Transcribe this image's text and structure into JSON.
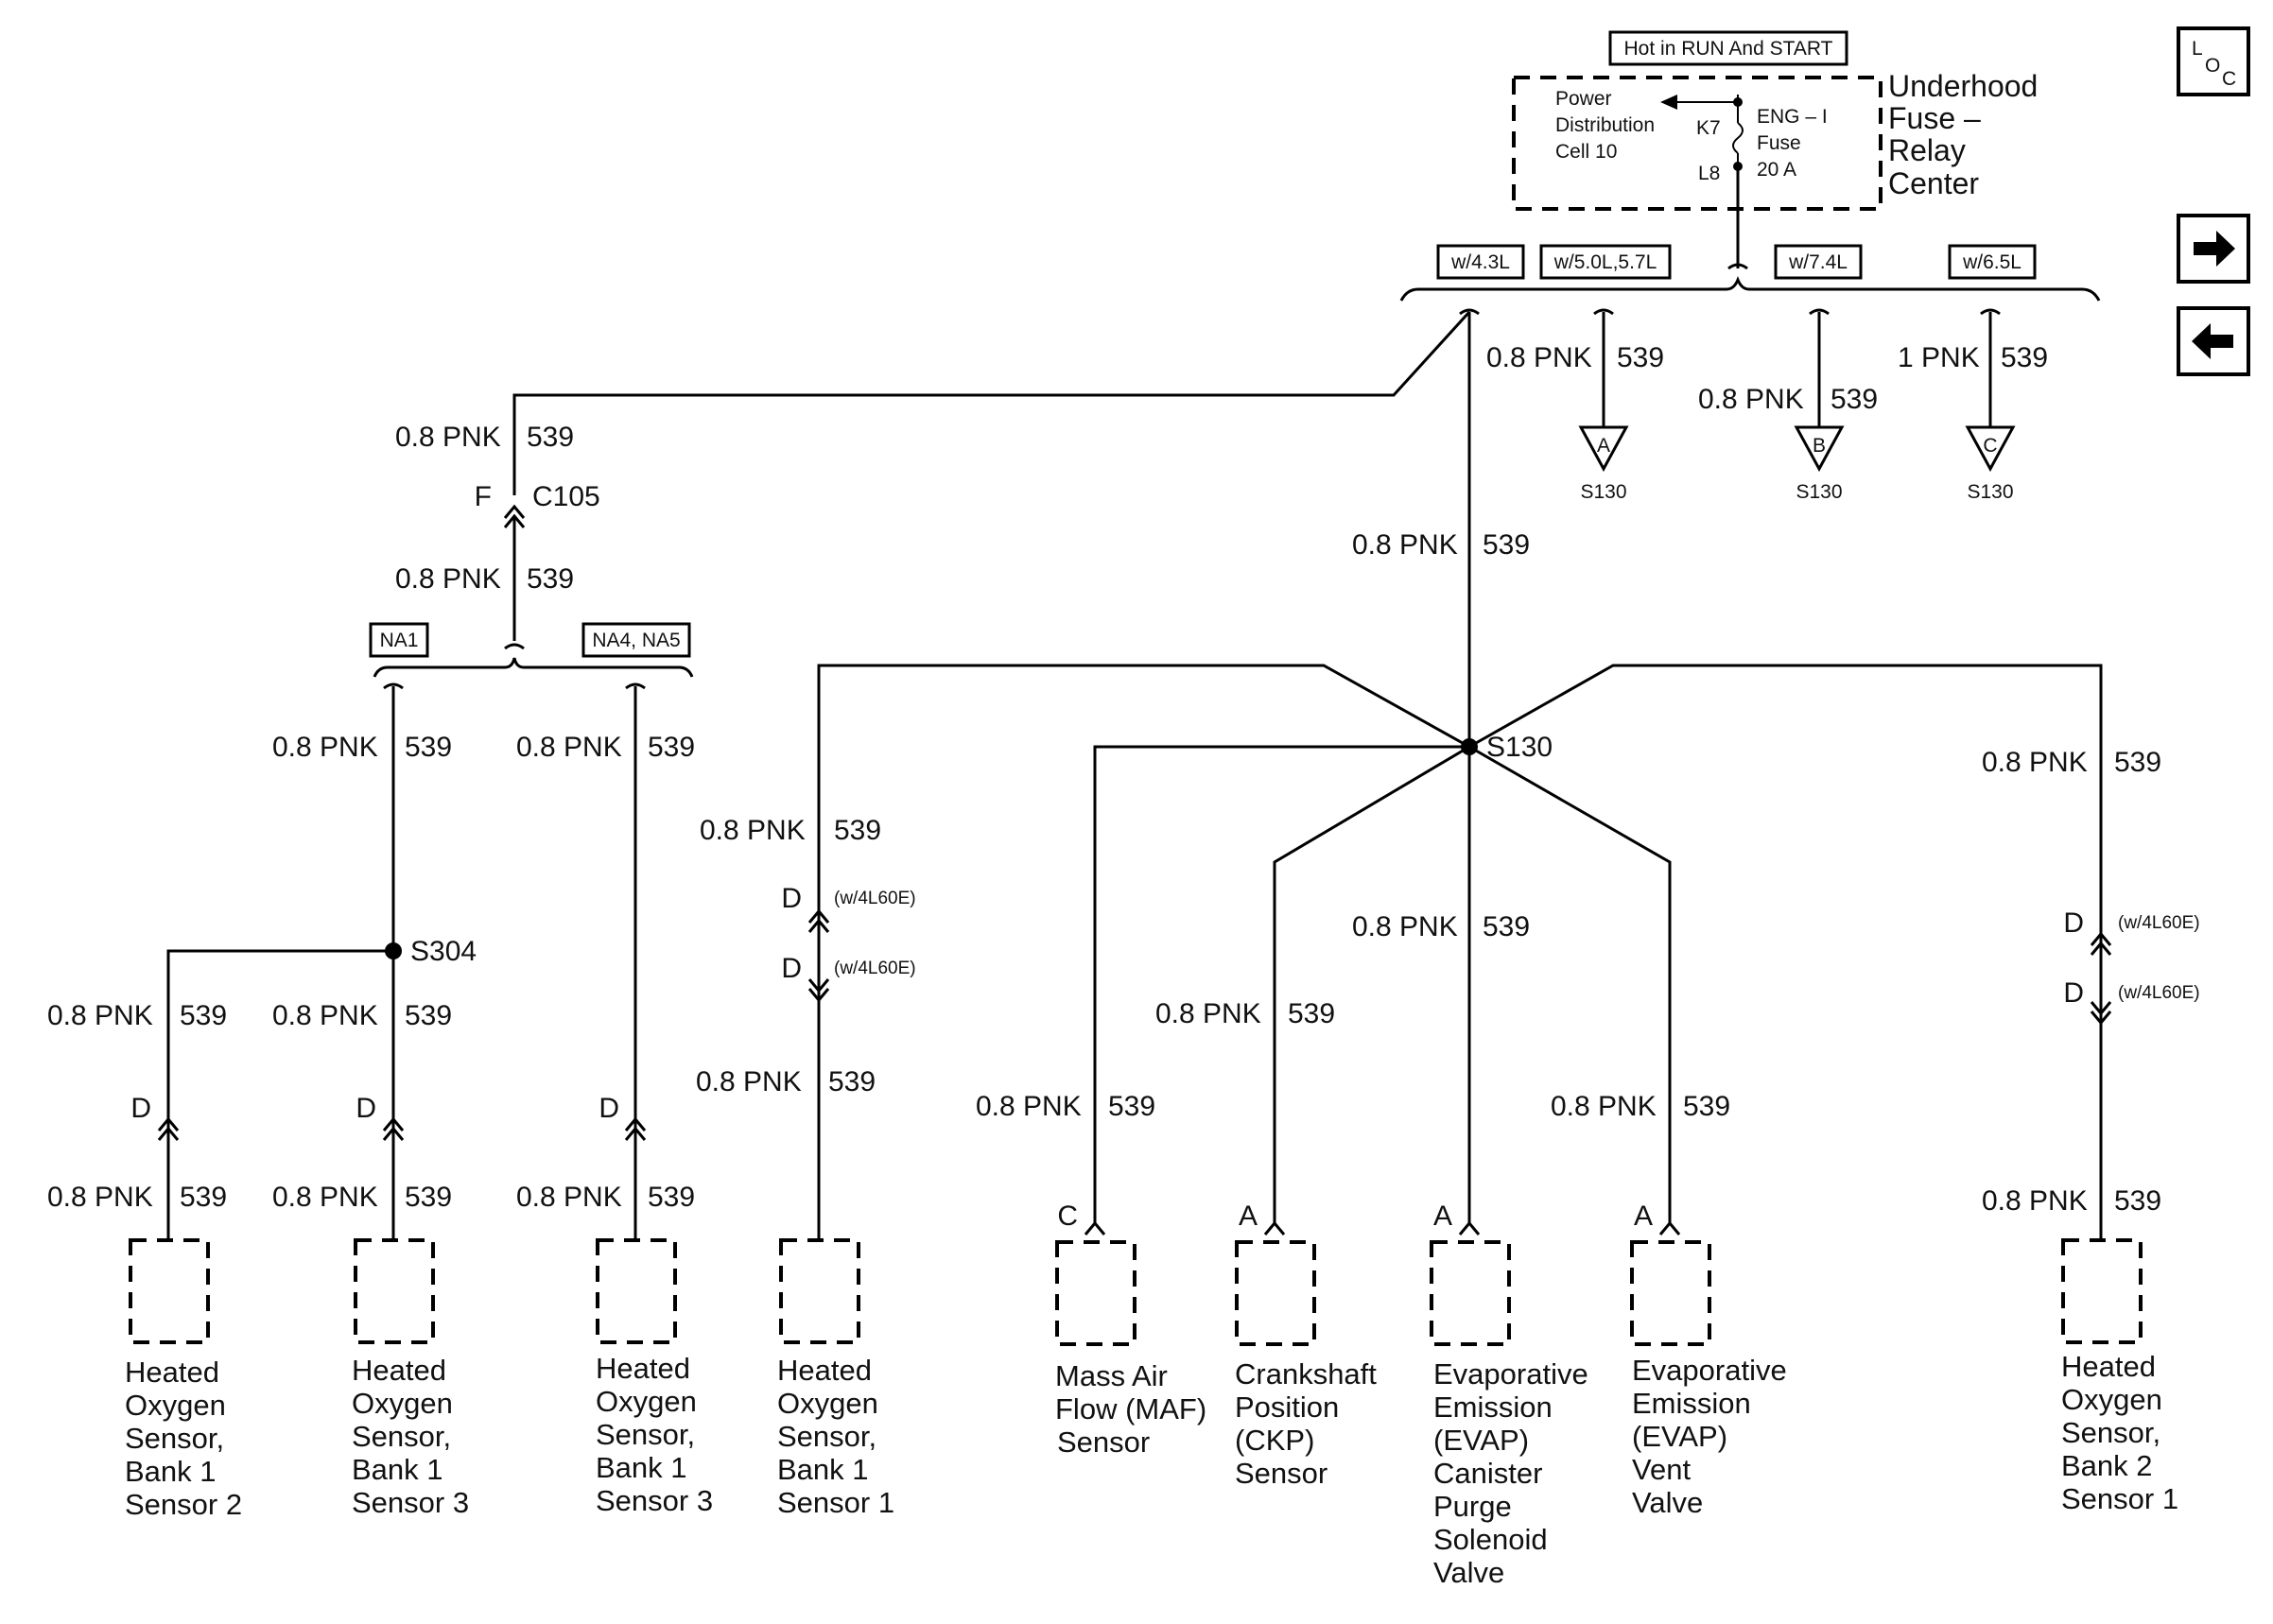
{
  "fuse_block": {
    "hot_label": "Hot in RUN And START",
    "title_lines": [
      "Underhood",
      "Fuse –",
      "Relay",
      "Center"
    ],
    "pdc_lines": [
      "Power",
      "Distribution",
      "Cell 10"
    ],
    "pin_top": "K7",
    "pin_bottom": "L8",
    "fuse_lines": [
      "ENG – I",
      "Fuse",
      "20 A"
    ]
  },
  "option_tags": {
    "w43": "w/4.3L",
    "w5057": "w/5.0L,5.7L",
    "w74": "w/7.4L",
    "w65": "w/6.5L",
    "na1": "NA1",
    "na45": "NA4, NA5"
  },
  "wire": {
    "std": {
      "size": "0.8 PNK",
      "circuit": "539"
    },
    "heavy": {
      "size": "1 PNK",
      "circuit": "539"
    }
  },
  "connectors": {
    "c105_pin": "F",
    "c105_name": "C105",
    "pin_d": "D",
    "pin_a": "A",
    "pin_b": "B",
    "pin_c": "C",
    "opt_4l60e": "(w/4L60E)"
  },
  "splices": {
    "s130": "S130",
    "s304": "S304"
  },
  "components": {
    "ho2s_b1s2": [
      "Heated",
      "Oxygen",
      "Sensor,",
      "Bank 1",
      "Sensor 2"
    ],
    "ho2s_b1s3a": [
      "Heated",
      "Oxygen",
      "Sensor,",
      "Bank 1",
      "Sensor 3"
    ],
    "ho2s_b1s3b": [
      "Heated",
      "Oxygen",
      "Sensor,",
      "Bank 1",
      "Sensor 3"
    ],
    "ho2s_b1s1": [
      "Heated",
      "Oxygen",
      "Sensor,",
      "Bank 1",
      "Sensor 1"
    ],
    "maf": [
      "Mass Air",
      "Flow (MAF)",
      "Sensor"
    ],
    "ckp": [
      "Crankshaft",
      "Position",
      "(CKP)",
      "Sensor"
    ],
    "evap_purge": [
      "Evaporative",
      "Emission",
      "(EVAP)",
      "Canister",
      "Purge",
      "Solenoid",
      "Valve"
    ],
    "evap_vent": [
      "Evaporative",
      "Emission",
      "(EVAP)",
      "Vent",
      "Valve"
    ],
    "ho2s_b2s1": [
      "Heated",
      "Oxygen",
      "Sensor,",
      "Bank 2",
      "Sensor 1"
    ]
  },
  "nav": {
    "loc_l": "L",
    "loc_o": "O",
    "loc_c": "C",
    "next_icon": "arrow-right-icon",
    "prev_icon": "arrow-left-icon"
  }
}
